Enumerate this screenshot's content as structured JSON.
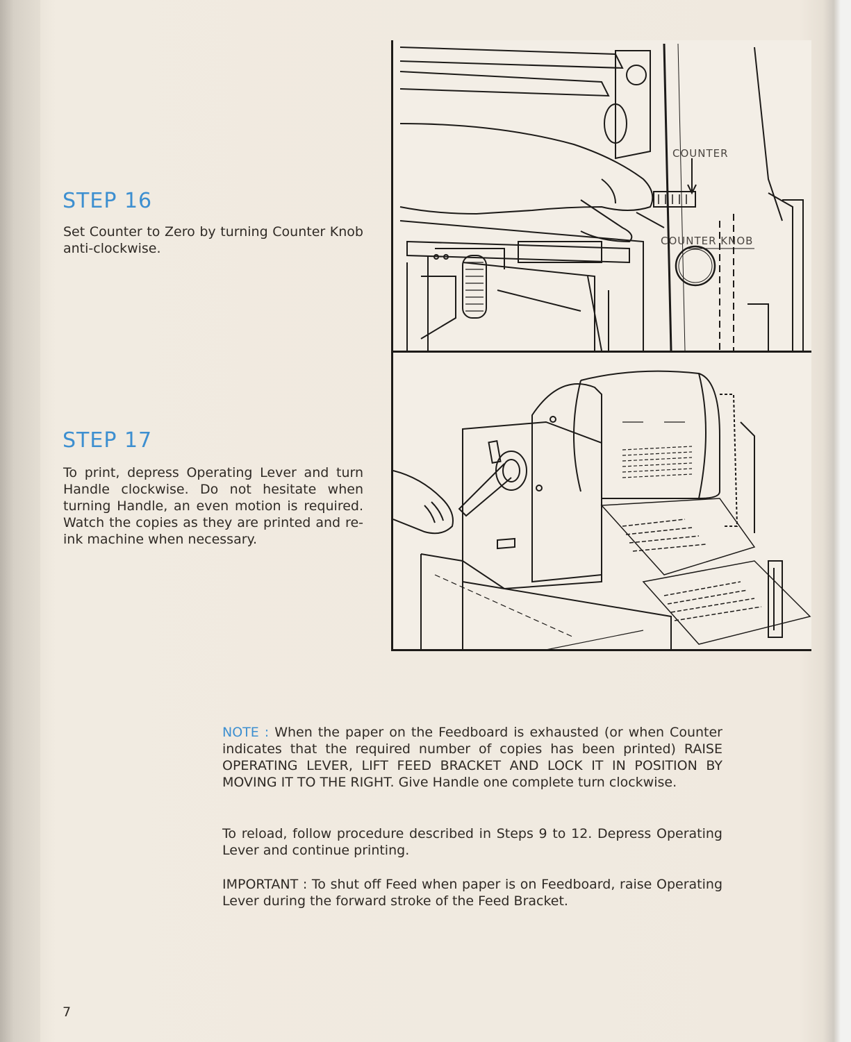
{
  "steps": [
    {
      "title": "STEP 16",
      "text": "Set Counter to Zero by turning Counter Knob anti-clockwise."
    },
    {
      "title": "STEP 17",
      "text": "To print, depress Operating Lever and turn Handle clockwise. Do not hesitate when turning Handle, an even motion is required. Watch the copies as they are printed and re-ink machine when necessary."
    }
  ],
  "figure_top": {
    "label_counter": "COUNTER",
    "label_counter_knob": "COUNTER KNOB"
  },
  "note": {
    "label": "NOTE :",
    "text": "When the paper on the Feedboard is exhausted (or when Counter indicates that the required number of copies has been printed) RAISE OPERATING LEVER, LIFT FEED BRACKET AND LOCK IT IN POSITION BY MOVING IT TO THE RIGHT. Give Handle one complete turn clockwise."
  },
  "reload_text": "To reload, follow procedure described in Steps 9 to 12. Depress Operating Lever and continue printing.",
  "important_text": "IMPORTANT : To shut off Feed when paper is on Feedboard, raise Operating Lever during the forward stroke of the Feed Bracket.",
  "page_number": "7"
}
